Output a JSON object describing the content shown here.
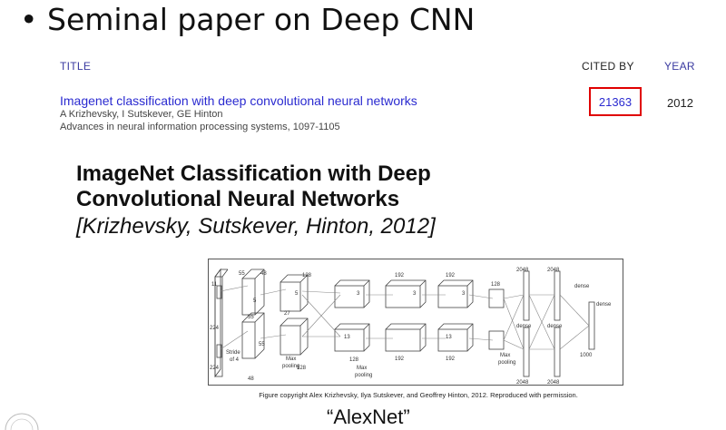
{
  "slide": {
    "bullet": "Seminal paper on Deep CNN",
    "title_line1": "ImageNet Classification with Deep",
    "title_line2": "Convolutional Neural Networks",
    "citation_line": "[Krizhevsky, Sutskever, Hinton, 2012]",
    "figure_caption": "Figure copyright Alex Krizhevsky, Ilya Sutskever, and Geoffrey Hinton, 2012. Reproduced with permission.",
    "model_name": "“AlexNet”"
  },
  "scholar": {
    "col_title": "TITLE",
    "col_cited": "CITED BY",
    "col_year": "YEAR",
    "paper_title": "Imagenet classification with deep convolutional neural networks",
    "authors": "A Krizhevsky, I Sutskever, GE Hinton",
    "venue": "Advances in neural information processing systems, 1097-1105",
    "cited_by": "21363",
    "year": "2012",
    "highlight_color": "#e00000",
    "link_color": "#2a2ad0"
  },
  "figure": {
    "labels": {
      "l224a": "224",
      "l224b": "224",
      "l11": "11",
      "l5a": "5",
      "l5b": "5",
      "l55a": "55",
      "l55b": "55",
      "l48a": "48",
      "l48b": "48",
      "l27": "27",
      "l128a": "128",
      "l128b": "128",
      "l128c": "128",
      "l128d": "128",
      "l13a": "13",
      "l13b": "13",
      "l3a": "3",
      "l3b": "3",
      "l3c": "3",
      "l192a": "192",
      "l192b": "192",
      "l192c": "192",
      "l192d": "192",
      "l2048a": "2048",
      "l2048b": "2048",
      "l2048c": "2048",
      "l2048d": "2048",
      "ldense1": "dense",
      "ldense2": "dense",
      "ldense3": "dense",
      "ldense4": "dense",
      "l1000": "1000",
      "lstride": "Stride",
      "lof4": "of 4",
      "lmax1": "Max",
      "lpool1": "pooling",
      "lmax2": "Max",
      "lpool2": "pooling",
      "lmax3": "Max",
      "lpool3": "pooling"
    }
  }
}
